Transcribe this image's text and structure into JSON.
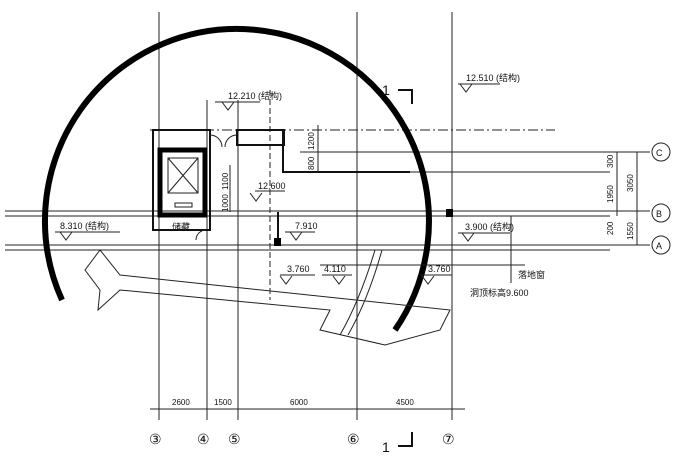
{
  "elevations": {
    "e12510": "12.510 (结构)",
    "e12210": "12.210 (结构)",
    "e12600": "12.600",
    "e8310": "8.310 (结构)",
    "e7910": "7.910",
    "e3900": "3.900 (结构)",
    "e3760a": "3.760",
    "e4110": "4.110",
    "e3760b": "3.760"
  },
  "labels": {
    "storage": "储藏",
    "window": "落地窗",
    "opening_top": "洞顶标高9.600",
    "section_top": "1",
    "section_bottom": "1"
  },
  "dims_vertical_left": [
    "1200",
    "800",
    "1100",
    "1000"
  ],
  "dims_right": {
    "d300": "300",
    "d1950": "1950",
    "d3050": "3050",
    "d200": "200",
    "d1550": "1550"
  },
  "dims_bottom": [
    "2600",
    "1500",
    "6000",
    "4500"
  ],
  "axes_vertical": [
    "③",
    "④",
    "⑤",
    "⑥",
    "⑦"
  ],
  "axes_horizontal": [
    "C",
    "B",
    "A"
  ]
}
